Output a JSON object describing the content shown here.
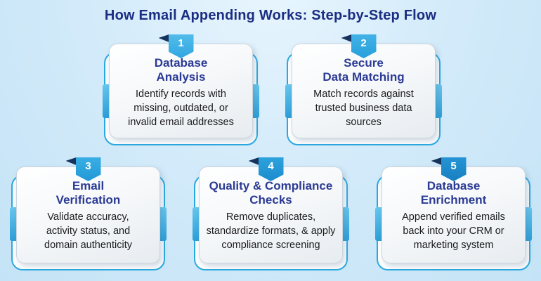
{
  "title": "How Email Appending Works: Step-by-Step Flow",
  "palette": {
    "background_top": "#e9f6fe",
    "background_bottom": "#c4e3f6",
    "title_color": "#1b2d82",
    "card_title_color": "#2b3a94",
    "body_text_color": "#1c1c1e",
    "plate_border_color": "#2aa9e0",
    "side_tab_color": "#2b9ed8",
    "ribbon_fold_color": "#16335e",
    "badge_colors": [
      "#2fa7e1",
      "#27a0dc",
      "#2199d7",
      "#1b8ccd",
      "#177fc1"
    ]
  },
  "steps": [
    {
      "number": "1",
      "title": "Database\nAnalysis",
      "description": "Identify records with\nmissing, outdated, or\ninvalid email addresses"
    },
    {
      "number": "2",
      "title": "Secure\nData Matching",
      "description": "Match records against\ntrusted business data\nsources"
    },
    {
      "number": "3",
      "title": "Email\nVerification",
      "description": "Validate accuracy,\nactivity status, and\ndomain authenticity"
    },
    {
      "number": "4",
      "title": "Quality & Compliance\nChecks",
      "description": "Remove duplicates,\nstandardize formats, & apply\ncompliance screening"
    },
    {
      "number": "5",
      "title": "Database\nEnrichment",
      "description": "Append verified emails\nback into your CRM or\nmarketing system"
    }
  ]
}
